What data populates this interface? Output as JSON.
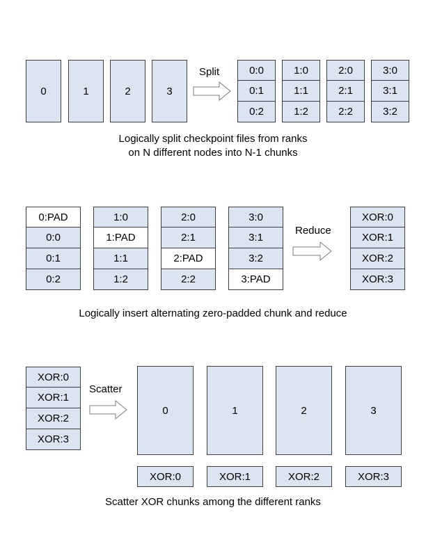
{
  "section1": {
    "ranks": [
      "0",
      "1",
      "2",
      "3"
    ],
    "arrow_label": "Split",
    "chunks": [
      [
        "0:0",
        "0:1",
        "0:2"
      ],
      [
        "1:0",
        "1:1",
        "1:2"
      ],
      [
        "2:0",
        "2:1",
        "2:2"
      ],
      [
        "3:0",
        "3:1",
        "3:2"
      ]
    ],
    "caption_line1": "Logically split checkpoint files from ranks",
    "caption_line2": "on N different nodes into N-1 chunks"
  },
  "section2": {
    "columns": [
      [
        "0:PAD",
        "0:0",
        "0:1",
        "0:2"
      ],
      [
        "1:0",
        "1:PAD",
        "1:1",
        "1:2"
      ],
      [
        "2:0",
        "2:1",
        "2:PAD",
        "2:2"
      ],
      [
        "3:0",
        "3:1",
        "3:2",
        "3:PAD"
      ]
    ],
    "arrow_label": "Reduce",
    "result": [
      "XOR:0",
      "XOR:1",
      "XOR:2",
      "XOR:3"
    ],
    "caption": "Logically insert alternating zero-padded chunk and reduce"
  },
  "section3": {
    "source": [
      "XOR:0",
      "XOR:1",
      "XOR:2",
      "XOR:3"
    ],
    "arrow_label": "Scatter",
    "ranks": [
      "0",
      "1",
      "2",
      "3"
    ],
    "assigned": [
      "XOR:0",
      "XOR:1",
      "XOR:2",
      "XOR:3"
    ],
    "caption": "Scatter XOR chunks among the different ranks"
  }
}
